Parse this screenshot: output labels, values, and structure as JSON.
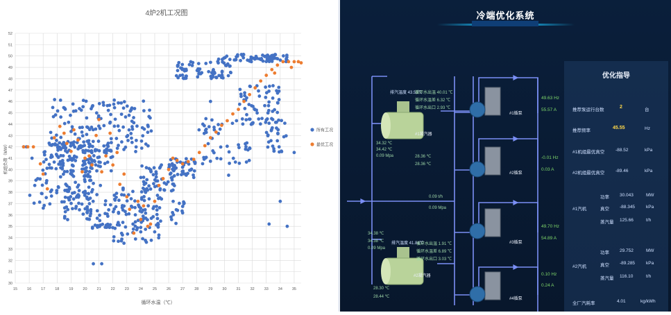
{
  "chart_data": {
    "type": "scatter",
    "title": "4炉2机工况图",
    "xlabel": "循环水温（℃）",
    "ylabel": "机组负荷（MW）",
    "xlim": [
      15,
      35.5
    ],
    "ylim": [
      30,
      52
    ],
    "x_ticks": [
      "15",
      "16",
      "17",
      "18",
      "19",
      "20",
      "21",
      "22",
      "23",
      "24",
      "25",
      "26",
      "27",
      "28",
      "29",
      "30",
      "31",
      "32",
      "33",
      "34",
      "35"
    ],
    "y_ticks": [
      "30",
      "31",
      "32",
      "33",
      "34",
      "35",
      "36",
      "37",
      "38",
      "39",
      "40",
      "41",
      "42",
      "43",
      "44",
      "45",
      "46",
      "47",
      "48",
      "49",
      "50",
      "51",
      "52"
    ],
    "legend_position": "right",
    "grid": true,
    "series": [
      {
        "name": "所有工况",
        "color": "#4472c4",
        "clusters": [
          {
            "x": [
              17.0,
              22.0
            ],
            "y": [
              39.8,
              42.5
            ],
            "n": 120
          },
          {
            "x": [
              17.5,
              24.8
            ],
            "y": [
              41.5,
              46.2
            ],
            "n": 150
          },
          {
            "x": [
              16.0,
              20.5
            ],
            "y": [
              36.5,
              40.5
            ],
            "n": 80
          },
          {
            "x": [
              18.5,
              22.0
            ],
            "y": [
              35.5,
              39.0
            ],
            "n": 60
          },
          {
            "x": [
              22.0,
              25.5
            ],
            "y": [
              33.5,
              38.5
            ],
            "n": 110
          },
          {
            "x": [
              24.0,
              26.5
            ],
            "y": [
              38.0,
              40.5
            ],
            "n": 50
          },
          {
            "x": [
              26.0,
              28.0
            ],
            "y": [
              39.5,
              41.0
            ],
            "n": 40
          },
          {
            "x": [
              26.5,
              30.5
            ],
            "y": [
              48.0,
              49.5
            ],
            "n": 70
          },
          {
            "x": [
              29.5,
              34.5
            ],
            "y": [
              49.5,
              50.2
            ],
            "n": 70
          },
          {
            "x": [
              28.0,
              32.0
            ],
            "y": [
              40.5,
              44.5
            ],
            "n": 50
          },
          {
            "x": [
              31.0,
              34.0
            ],
            "y": [
              44.0,
              47.5
            ],
            "n": 60
          },
          {
            "x": [
              33.0,
              34.5
            ],
            "y": [
              41.5,
              44.5
            ],
            "n": 30
          },
          {
            "x": [
              20.5,
              22.5
            ],
            "y": [
              34.8,
              35.2
            ],
            "n": 25
          },
          {
            "x": [
              26.0,
              27.2
            ],
            "y": [
              35.0,
              37.5
            ],
            "n": 15
          }
        ],
        "points": [
          [
            20.6,
            31.7
          ],
          [
            21.2,
            31.7
          ],
          [
            34.0,
            37.2
          ],
          [
            33.2,
            35.2
          ],
          [
            34.5,
            35.0
          ],
          [
            30.3,
            39.5
          ],
          [
            29.0,
            46.0
          ],
          [
            27.8,
            39.3
          ],
          [
            35.0,
            41.5
          ],
          [
            15.6,
            42.0
          ],
          [
            15.8,
            42.0
          ],
          [
            16.2,
            41.0
          ]
        ]
      },
      {
        "name": "最优工况",
        "color": "#ed7d31",
        "points": [
          [
            15.6,
            42.0
          ],
          [
            15.9,
            42.0
          ],
          [
            16.3,
            42.0
          ],
          [
            16.8,
            40.5
          ],
          [
            17.0,
            39.6
          ],
          [
            17.3,
            38.3
          ],
          [
            17.8,
            42.8
          ],
          [
            18.2,
            43.8
          ],
          [
            18.5,
            43.2
          ],
          [
            18.7,
            42.3
          ],
          [
            19.0,
            41.6
          ],
          [
            19.2,
            43.5
          ],
          [
            19.5,
            42.6
          ],
          [
            19.8,
            39.8
          ],
          [
            20.0,
            41.0
          ],
          [
            20.3,
            41.2
          ],
          [
            20.5,
            40.4
          ],
          [
            20.8,
            43.0
          ],
          [
            21.0,
            44.4
          ],
          [
            21.2,
            39.8
          ],
          [
            21.5,
            41.2
          ],
          [
            21.8,
            43.2
          ],
          [
            22.0,
            40.4
          ],
          [
            22.3,
            41.5
          ],
          [
            22.5,
            38.7
          ],
          [
            22.8,
            39.6
          ],
          [
            23.0,
            37.6
          ],
          [
            23.2,
            36.5
          ],
          [
            23.5,
            34.4
          ],
          [
            23.8,
            37.2
          ],
          [
            24.0,
            35.6
          ],
          [
            24.2,
            36.8
          ],
          [
            24.5,
            35.0
          ],
          [
            24.7,
            35.2
          ],
          [
            25.0,
            37.2
          ],
          [
            25.3,
            38.6
          ],
          [
            25.6,
            39.2
          ],
          [
            26.0,
            40.0
          ],
          [
            26.3,
            41.0
          ],
          [
            26.6,
            40.8
          ],
          [
            27.0,
            40.5
          ],
          [
            27.4,
            40.7
          ],
          [
            27.8,
            40.9
          ],
          [
            28.2,
            41.5
          ],
          [
            28.6,
            42.1
          ],
          [
            29.0,
            42.8
          ],
          [
            29.4,
            43.3
          ],
          [
            29.8,
            43.9
          ],
          [
            30.2,
            44.3
          ],
          [
            30.6,
            44.9
          ],
          [
            31.0,
            45.3
          ],
          [
            31.4,
            46.0
          ],
          [
            31.8,
            46.6
          ],
          [
            32.2,
            47.2
          ],
          [
            32.6,
            47.8
          ],
          [
            33.0,
            48.3
          ],
          [
            33.4,
            48.8
          ],
          [
            33.8,
            49.2
          ],
          [
            34.2,
            49.5
          ],
          [
            34.6,
            49.5
          ],
          [
            35.0,
            49.5
          ],
          [
            35.3,
            49.5
          ],
          [
            35.5,
            49.4
          ],
          [
            34.8,
            49.0
          ],
          [
            33.6,
            48.5
          ]
        ]
      }
    ]
  },
  "system": {
    "title": "冷端优化系统",
    "panel_title": "优化指导",
    "rec_count_label": "推荐泵运行台数",
    "rec_count_value": "2",
    "rec_count_unit": "台",
    "rec_freq_label": "推荐频率",
    "rec_freq_value": "45.55",
    "rec_freq_unit": "Hz",
    "vac1_label": "#1机组最优真空",
    "vac1_value": "-88.52",
    "vac1_unit": "kPa",
    "vac2_label": "#2机组最优真空",
    "vac2_value": "-89.46",
    "vac2_unit": "kPa",
    "unit1_label": "#1汽机",
    "unit1_rows": [
      {
        "name": "功率",
        "value": "30.043",
        "unit": "MW"
      },
      {
        "name": "真空",
        "value": "-88.345",
        "unit": "kPa"
      },
      {
        "name": "蒸汽量",
        "value": "125.66",
        "unit": "t/h"
      }
    ],
    "unit2_label": "#2汽机",
    "unit2_rows": [
      {
        "name": "功率",
        "value": "29.752",
        "unit": "MW"
      },
      {
        "name": "真空",
        "value": "-89.285",
        "unit": "kPa"
      },
      {
        "name": "蒸汽量",
        "value": "116.10",
        "unit": "t/h"
      }
    ],
    "plant_rate_label": "全厂汽耗率",
    "plant_rate_value": "4.01",
    "plant_rate_unit": "kg/kWh",
    "cond1": {
      "name": "#1凝汽器",
      "exhaust": "排汽温度 43.53℃",
      "lines": [
        "循环水出温 40.01 ℃",
        "循环水温差 6.32 ℃",
        "循环水出口 2.93 ℃"
      ],
      "inlet": [
        "34.32 ℃",
        "34.42 ℃",
        "0.09 Mpa"
      ],
      "outlet": [
        "28.36 ℃",
        "28.36 ℃"
      ]
    },
    "cond2": {
      "name": "#2凝汽器",
      "exhaust": "排汽温度 41.84℃",
      "lines": [
        "循环水出温 1.91 ℃",
        "循环水温差 6.89 ℃",
        "循环水出口 3.03 ℃"
      ],
      "inlet": [
        "34.38 ℃",
        "34.38 ℃",
        "0.09 Mpa"
      ],
      "outlet": [
        "28.30 ℃",
        "28.44 ℃"
      ]
    },
    "flow": [
      "0.09 t/h",
      "0.09 Mpa"
    ],
    "pumps": [
      {
        "name": "#1循泵",
        "freq": "49.63 Hz",
        "amp": "55.57 A"
      },
      {
        "name": "#2循泵",
        "freq": "-0.01 Hz",
        "amp": "0.03 A"
      },
      {
        "name": "#3循泵",
        "freq": "49.70 Hz",
        "amp": "54.89 A"
      },
      {
        "name": "#4循泵",
        "freq": "0.10 Hz",
        "amp": "0.24 A"
      }
    ],
    "colors": {
      "bg": "#0a1f3b",
      "pipe": "#7b8ff5",
      "yellow": "#ffd84a",
      "green": "#7fd86a",
      "accent": "#19b6f0"
    }
  }
}
